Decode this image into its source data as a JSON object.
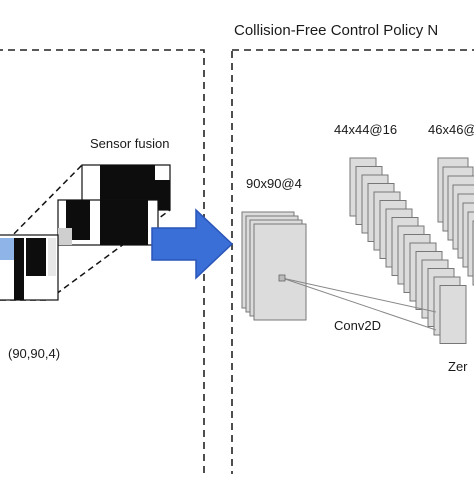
{
  "title": "Collision-Free Control Policy N",
  "left_panel": {
    "sensor_label": "Sensor fusion",
    "input_shape": "(90,90,4)"
  },
  "network": {
    "layer_labels": [
      "90x90@4",
      "44x44@16",
      "46x46@"
    ],
    "op_labels": [
      "Conv2D",
      "Zer"
    ]
  },
  "colors": {
    "arrow": "#3b6fd8",
    "arrow_dark": "#2a55b8",
    "layer_fill": "#dcdcdc",
    "layer_stroke": "#777777",
    "highlight_cell": "#8fb4e8"
  }
}
